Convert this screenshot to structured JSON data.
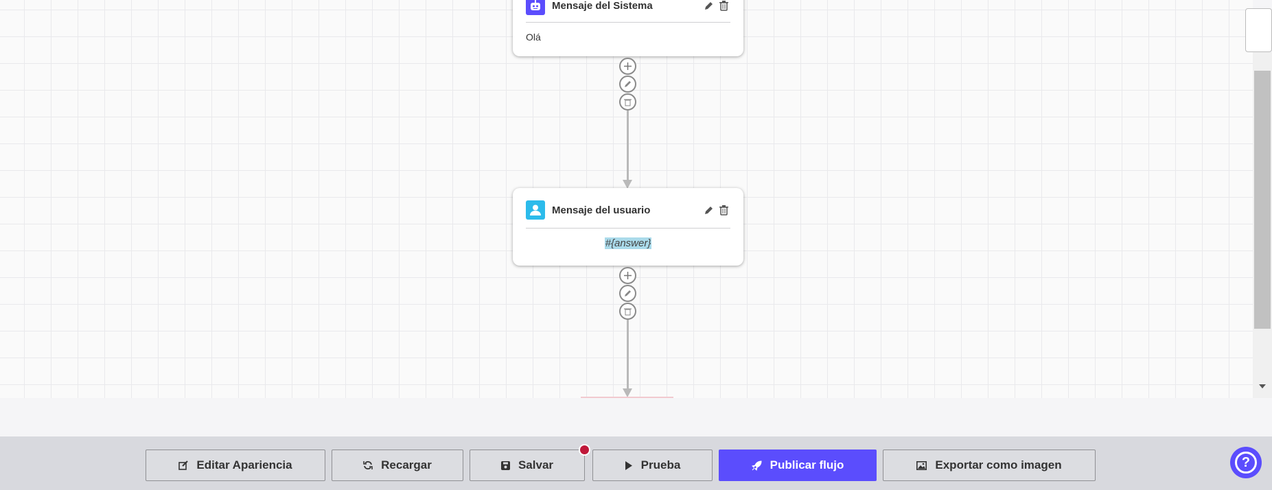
{
  "canvas": {
    "nodes": [
      {
        "type": "system",
        "title": "Mensaje del Sistema",
        "content": "Olá",
        "icon": "robot-icon",
        "icon_color": "#5b4dfd"
      },
      {
        "type": "user",
        "title": "Mensaje del usuario",
        "content": "#{answer}",
        "icon": "user-icon",
        "icon_color": "#2cbbeb"
      }
    ]
  },
  "footer": {
    "buttons": [
      {
        "label": "Editar Apariencia",
        "icon": "edit-icon"
      },
      {
        "label": "Recargar",
        "icon": "refresh-icon"
      },
      {
        "label": "Salvar",
        "icon": "save-icon"
      },
      {
        "label": "Prueba",
        "icon": "play-icon"
      },
      {
        "label": "Publicar flujo",
        "icon": "rocket-icon"
      },
      {
        "label": "Exportar como imagen",
        "icon": "image-icon"
      }
    ],
    "accent": "#5b4dfd",
    "unsaved_dot_color": "#c0183a"
  }
}
